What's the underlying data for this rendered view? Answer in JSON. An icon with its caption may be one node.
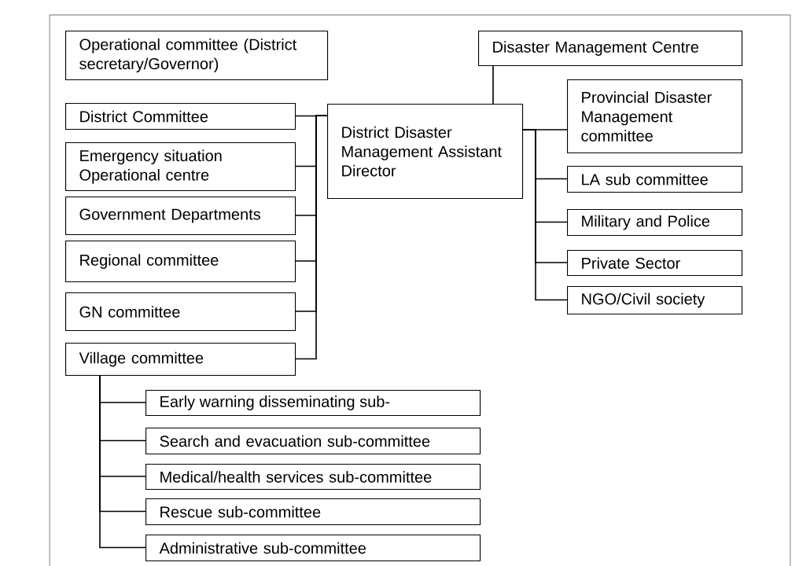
{
  "diagram": {
    "nodes": [
      {
        "text": [
          "Operational committee (District secretary/Governor)"
        ]
      },
      {
        "text": [
          "Disaster Management Centre"
        ]
      },
      {
        "text": [
          "District Committee"
        ]
      },
      {
        "text": [
          "District Disaster Management Assistant Director"
        ]
      },
      {
        "text": [
          "Provincial Disaster Management committee"
        ]
      },
      {
        "text": [
          "Emergency situation Operational centre"
        ]
      },
      {
        "text": [
          "Government Departments"
        ]
      },
      {
        "text": [
          "Regional committee"
        ]
      },
      {
        "text": [
          "GN committee"
        ]
      },
      {
        "text": [
          "Village committee"
        ]
      },
      {
        "text": [
          "LA sub committee"
        ]
      },
      {
        "text": [
          "Military and Police"
        ]
      },
      {
        "text": [
          "Private Sector"
        ]
      },
      {
        "text": [
          "NGO/Civil society"
        ]
      },
      {
        "text": [
          "Early warning disseminating sub-"
        ]
      },
      {
        "text": [
          "Search and evacuation sub-committee"
        ]
      },
      {
        "text": [
          "Medical/health services sub-committee"
        ]
      },
      {
        "text": [
          "Rescue sub-committee"
        ]
      },
      {
        "text": [
          "Administrative sub-committee"
        ]
      }
    ],
    "edges": [
      {
        "from": 1,
        "to": 3,
        "arrow": "none"
      },
      {
        "from": 2,
        "to": 3,
        "arrow": "none"
      },
      {
        "from": 5,
        "to": 3,
        "arrow": "none"
      },
      {
        "from": 6,
        "to": 3,
        "arrow": "none"
      },
      {
        "from": 7,
        "to": 3,
        "arrow": "none"
      },
      {
        "from": 8,
        "to": 3,
        "arrow": "none"
      },
      {
        "from": 9,
        "to": 3,
        "arrow": "none"
      },
      {
        "from": 3,
        "to": 4,
        "arrow": "none"
      },
      {
        "from": 3,
        "to": 10,
        "arrow": "none"
      },
      {
        "from": 3,
        "to": 11,
        "arrow": "none"
      },
      {
        "from": 3,
        "to": 12,
        "arrow": "none"
      },
      {
        "from": 3,
        "to": 13,
        "arrow": "none"
      },
      {
        "from": 9,
        "to": 14,
        "arrow": "none"
      },
      {
        "from": 9,
        "to": 15,
        "arrow": "none"
      },
      {
        "from": 9,
        "to": 16,
        "arrow": "none"
      },
      {
        "from": 9,
        "to": 17,
        "arrow": "none"
      },
      {
        "from": 9,
        "to": 18,
        "arrow": "none"
      }
    ]
  }
}
